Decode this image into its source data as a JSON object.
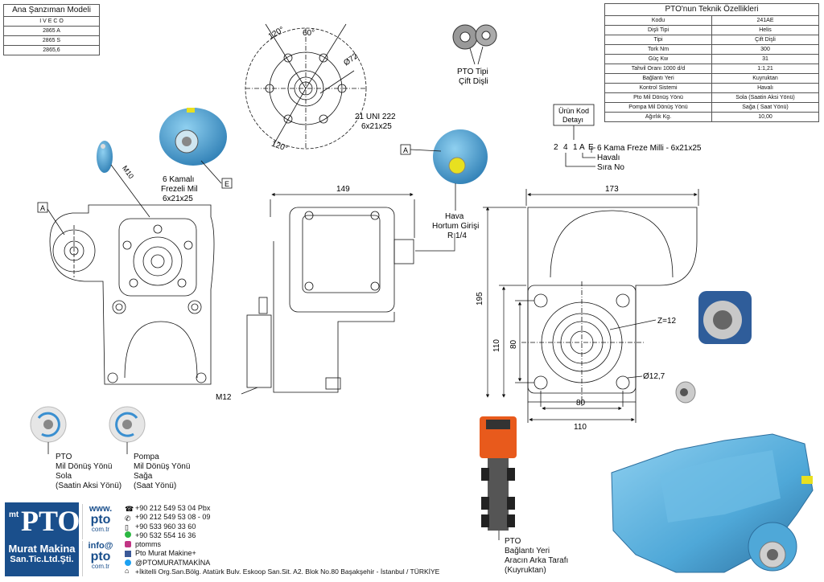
{
  "model_table": {
    "title": "Ana Şanzıman Modeli",
    "rows": [
      "I V E C O",
      "2865 A",
      "2865 S",
      "2865,6"
    ]
  },
  "spec_table": {
    "title": "PTO'nun Teknik Özellikleri",
    "rows": [
      {
        "label": "Kodu",
        "value": "241AE"
      },
      {
        "label": "Dişli Tipi",
        "value": "Helis"
      },
      {
        "label": "Tipi",
        "value": "Çift Dişli"
      },
      {
        "label": "Tork Nm",
        "value": "300"
      },
      {
        "label": "Güç Kw",
        "value": "31"
      },
      {
        "label": "Tahvil Oranı 1000 d/d",
        "value": "1:1,21"
      },
      {
        "label": "Bağlantı Yeri",
        "value": "Kuyruktan"
      },
      {
        "label": "Kontrol Sistemi",
        "value": "Havalı"
      },
      {
        "label": "Pto Mil Dönüş Yönü",
        "value": "Sola (Saatin Aksi Yönü)"
      },
      {
        "label": "Pompa Mil Dönüş Yönü",
        "value": "Sağa ( Saat Yönü)"
      },
      {
        "label": "Ağırlık Kg.",
        "value": "10,00"
      }
    ]
  },
  "flange": {
    "angle_a": "120°",
    "angle_b": "60°",
    "angle_c": "120°",
    "diameter": "Ø72",
    "standard_line1": "21 UNI 222",
    "standard_line2": "6x21x25"
  },
  "pto_type": {
    "line1": "PTO Tipi",
    "line2": "Çift Dişli"
  },
  "product_code": {
    "header_line1": "Ürün Kod",
    "header_line2": "Detayı",
    "chars": [
      "2",
      "4",
      "1",
      "A",
      "E"
    ],
    "legend": [
      "6 Kama Freze Milli - 6x21x25",
      "Havalı",
      "Sıra No"
    ]
  },
  "shaft_detail": {
    "line1": "6 Kamalı",
    "line2": "Frezeli Mil",
    "line3": "6x21x25",
    "tag_e": "E",
    "tag_a_left": "A",
    "tag_a_right": "A",
    "m10": "M10"
  },
  "side_view": {
    "dim_149": "149",
    "air_line1": "Hava",
    "air_line2": "Hortum Girişi",
    "air_line3": "R 1/4",
    "m12": "M12"
  },
  "rear_view": {
    "dim_173": "173",
    "dim_195": "195",
    "dim_110_v": "110",
    "dim_80_v": "80",
    "dim_80_h": "80",
    "dim_110_h": "110",
    "teeth": "Z=12",
    "hole": "Ø12,7"
  },
  "rotation": {
    "pto": [
      "PTO",
      "Mil Dönüş Yönü",
      "Sola",
      "(Saatin Aksi Yönü)"
    ],
    "pump": [
      "Pompa",
      "Mil Dönüş Yönü",
      "Sağa",
      "(Saat Yönü)"
    ]
  },
  "location": [
    "PTO",
    "Bağlantı Yeri",
    "Aracın Arka Tarafı",
    "(Kuyruktan)"
  ],
  "company": {
    "logo_top": "PTO",
    "logo_mt": "mt",
    "logo_line1": "Murat Makina",
    "logo_line2": "San.Tic.Ltd.Şti.",
    "web_parts": [
      "www.",
      "pto",
      "com.tr"
    ],
    "mail_parts": [
      "info@",
      "pto",
      "com.tr"
    ],
    "contacts": [
      {
        "icon": "phone-icon",
        "text": "+90 212 549 53 04  Pbx"
      },
      {
        "icon": "fax-icon",
        "text": "+90 212 549 53 08 - 09"
      },
      {
        "icon": "mobile-icon",
        "text": "+90 533 960 33 60"
      },
      {
        "icon": "whatsapp-icon",
        "text": "+90 532 554 16 36"
      },
      {
        "icon": "instagram-icon",
        "text": "ptomms"
      },
      {
        "icon": "facebook-icon",
        "text": "Pto Murat Makine+"
      },
      {
        "icon": "twitter-icon",
        "text": "@PTOMURATMAKİNA"
      },
      {
        "icon": "location-icon",
        "text": "+İkitelli Org.San.Bölg. Atatürk Bulv. Eskoop San.Sit. A2. Blok No.80 Başakşehir - İstanbul / TÜRKİYE"
      }
    ]
  },
  "colors": {
    "part_blue": "#4fa8d8",
    "logo_blue": "#1a4f8c",
    "accent_yellow": "#e8e020"
  }
}
